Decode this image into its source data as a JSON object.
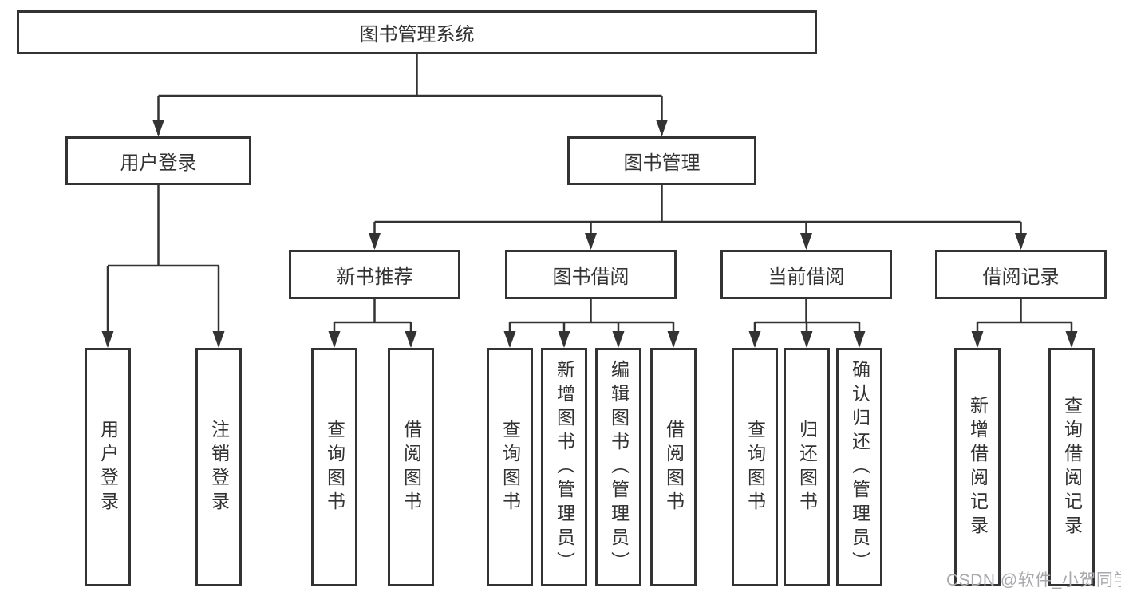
{
  "diagram": {
    "root": {
      "label": "图书管理系统"
    },
    "branches": [
      {
        "label": "用户登录",
        "children": [
          {
            "label": "用户登录"
          },
          {
            "label": "注销登录"
          }
        ]
      },
      {
        "label": "图书管理",
        "children": [
          {
            "label": "新书推荐",
            "children": [
              {
                "label": "查询图书"
              },
              {
                "label": "借阅图书"
              }
            ]
          },
          {
            "label": "图书借阅",
            "children": [
              {
                "label": "查询图书"
              },
              {
                "label": "新增图书（管理员）"
              },
              {
                "label": "编辑图书（管理员）"
              },
              {
                "label": "借阅图书"
              }
            ]
          },
          {
            "label": "当前借阅",
            "children": [
              {
                "label": "查询图书"
              },
              {
                "label": "归还图书"
              },
              {
                "label": "确认归还（管理员）"
              }
            ]
          },
          {
            "label": "借阅记录",
            "children": [
              {
                "label": "新增借阅记录"
              },
              {
                "label": "查询借阅记录"
              }
            ]
          }
        ]
      }
    ]
  },
  "watermark": {
    "text": "CSDN @软件_小贺同学"
  },
  "colors": {
    "line": "#333333",
    "text": "#333333",
    "watermark_color": "#a8a8ad",
    "background": "#ffffff"
  }
}
